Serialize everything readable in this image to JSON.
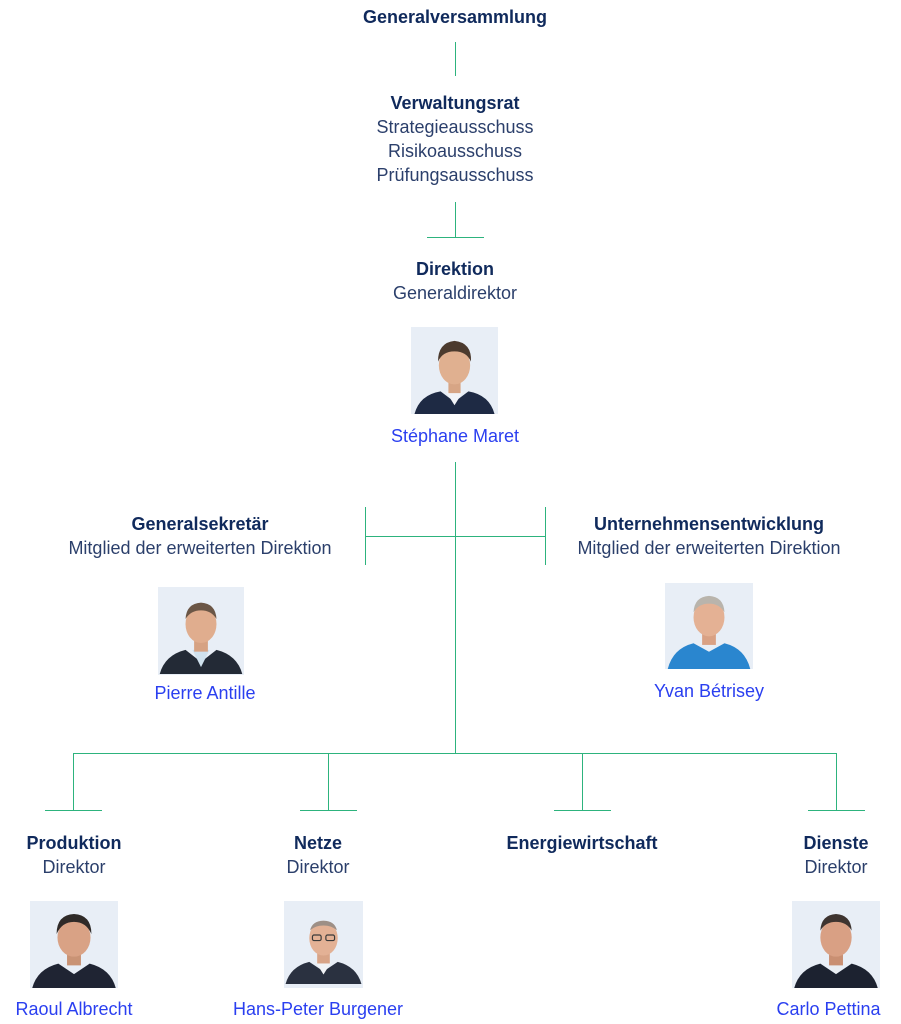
{
  "colors": {
    "accent_line": "#2db37d",
    "title": "#102a5c",
    "link": "#2a3ff0"
  },
  "assembly": {
    "title": "Generalversammlung"
  },
  "board": {
    "title": "Verwaltungsrat",
    "committees": [
      "Strategieausschuss",
      "Risikoausschuss",
      "Prüfungsausschuss"
    ]
  },
  "direction": {
    "title": "Direktion",
    "role": "Generaldirektor",
    "person": {
      "name": "Stéphane Maret",
      "photo_icon": "portrait-icon"
    }
  },
  "secretary": {
    "title": "Generalsekretär",
    "role": "Mitglied der erweiterten Direktion",
    "person": {
      "name": "Pierre Antille",
      "photo_icon": "portrait-icon"
    }
  },
  "development": {
    "title": "Unternehmensentwicklung",
    "role": "Mitglied der erweiterten Direktion",
    "person": {
      "name": "Yvan Bétrisey",
      "photo_icon": "portrait-icon"
    }
  },
  "departments": [
    {
      "title": "Produktion",
      "role": "Direktor",
      "person": {
        "name": "Raoul Albrecht"
      }
    },
    {
      "title": "Netze",
      "role": "Direktor",
      "person": {
        "name": "Hans-Peter Burgener"
      }
    },
    {
      "title": "Energiewirtschaft"
    },
    {
      "title": "Dienste",
      "role": "Direktor",
      "person": {
        "name": "Carlo Pettina"
      }
    }
  ]
}
